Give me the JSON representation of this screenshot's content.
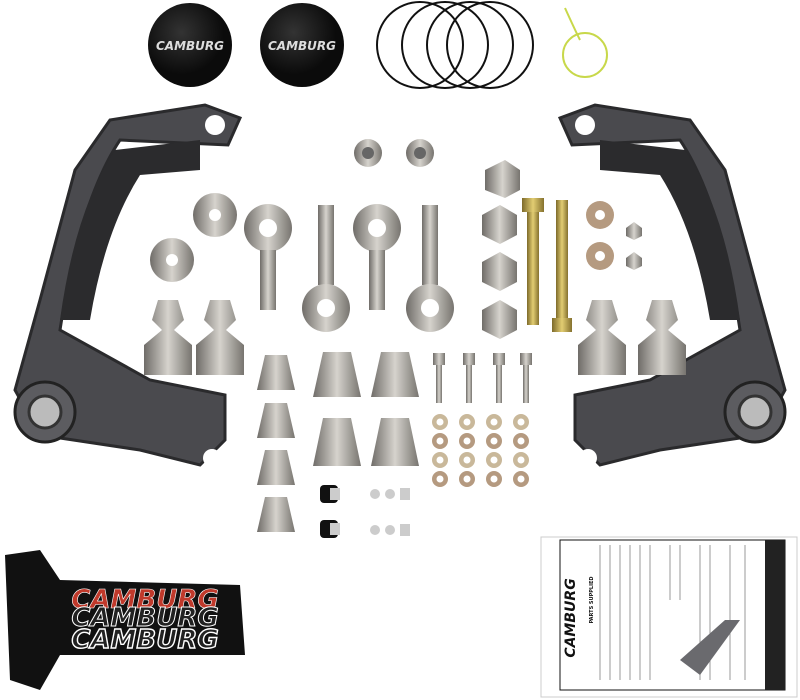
{
  "product": {
    "brand": "CAMBURG",
    "cap_logo_text": "CAMBURG",
    "sticker_text": "CAMBURG",
    "sheet": {
      "brand": "CAMBURG",
      "heading": "PARTS SUPPLIED"
    }
  },
  "colors": {
    "arm": "#4a4a4e",
    "arm_dark": "#2a2a2c",
    "steel": "#a9a6a0",
    "cap": "#151515",
    "zinc_bolt": "#b9a24a",
    "sticker_red": "#c0392b",
    "wire": "#c8d84a"
  }
}
